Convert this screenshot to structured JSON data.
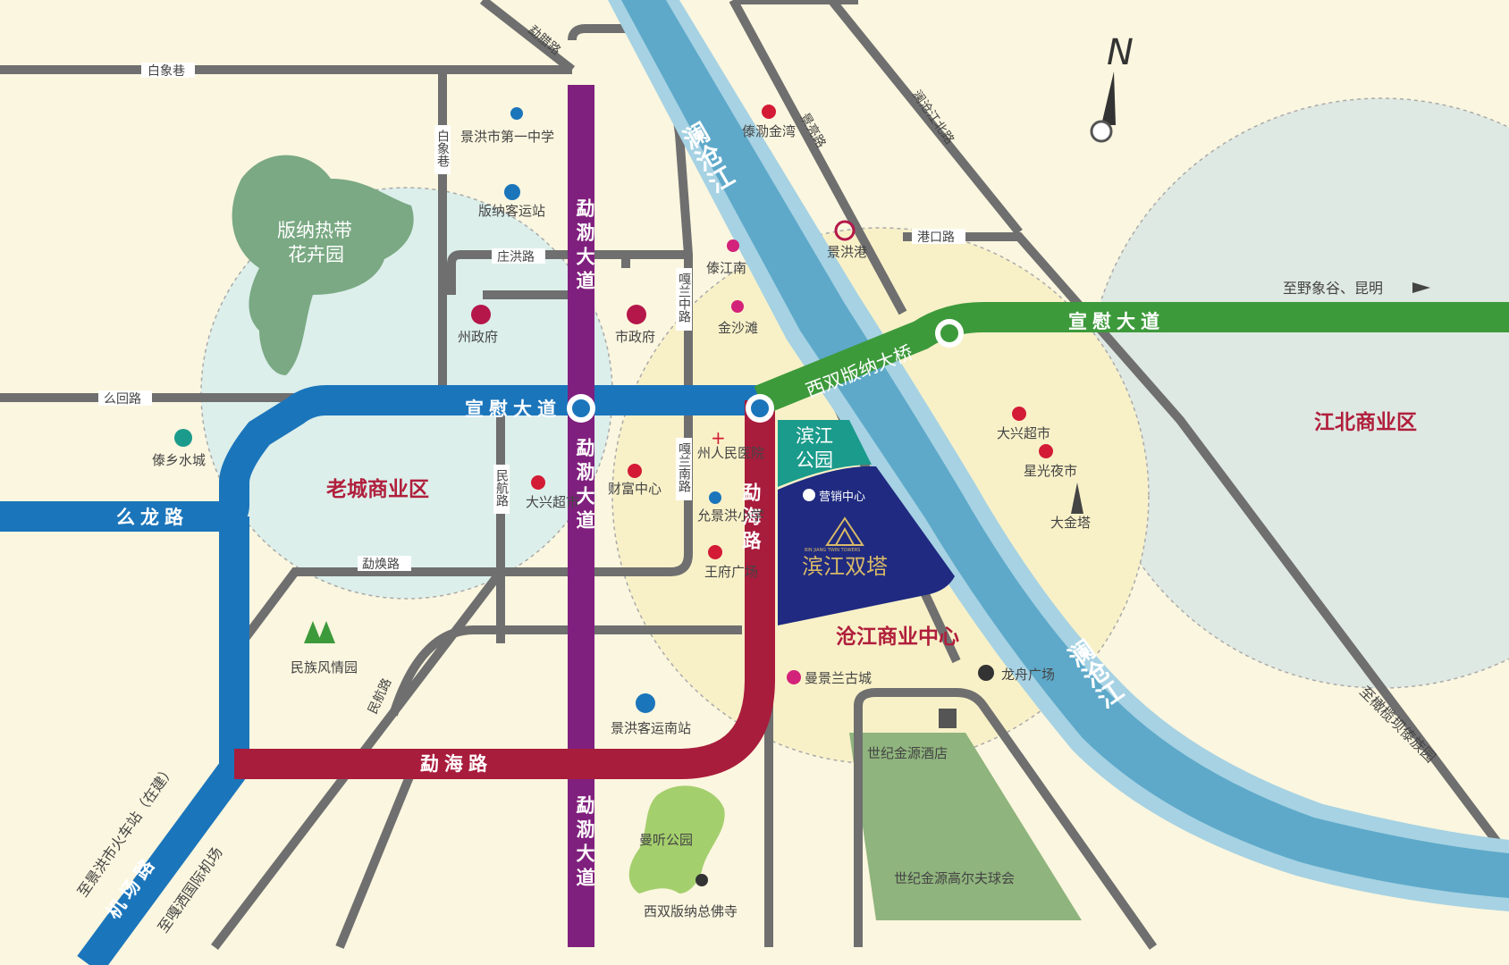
{
  "districts": {
    "old_city": "老城商业区",
    "jiangbei": "江北商业区",
    "cangjiang": "沧江商业中心"
  },
  "routes": {
    "xuanwei_west": "宣慰大道",
    "xuanwei_east": "宣慰大道",
    "yaolong": "么龙路",
    "menghai_horizontal": "勐海路",
    "menghai_vertical": "勐海路",
    "mengla_1": "勐泐大道",
    "mengla_2": "勐泐大道",
    "mengla_3": "勐泐大道",
    "bridge": "西双版纳大桥",
    "airport_road": "机场路"
  },
  "river": {
    "name_1": "澜沧江",
    "name_2": "澜沧江"
  },
  "roads": {
    "baixiang_h": "白象巷",
    "baixiang_v": "白象巷",
    "zhuanghong": "庄洪路",
    "menghuan": "勐焕路",
    "yaohui": "么回路",
    "galan_zhong": "嘎兰中路",
    "galan_nan": "嘎兰南路",
    "minhang": "民航路",
    "minhang_south": "民航路",
    "mengla_road": "勐腊路",
    "jinghong_port": "港口路",
    "jinghong": "景亮路",
    "lancang_bei": "澜沧江北路"
  },
  "pois": {
    "jinghong_school": "景洪市第一中学",
    "bus_station": "版纳客运站",
    "zhou_gov": "州政府",
    "shi_gov": "市政府",
    "daijiangnan": "傣江南",
    "jinshatan": "金沙滩",
    "daimeng_jinwan": "傣泐金湾",
    "jinghong_port": "景洪港",
    "hospital": "州人民医院",
    "caifu": "财富中心",
    "daxing_1": "大兴超市",
    "yunjinghong_school": "允景洪小学",
    "wangfu": "王府广场",
    "daixiang": "傣乡水城",
    "minzu_park": "民族风情园",
    "south_bus": "景洪客运南站",
    "manting_park": "曼听公园",
    "buddha_temple": "西双版纳总佛寺",
    "manjinglan": "曼景兰古城",
    "longzhou": "龙舟广场",
    "shiji_hotel": "世纪金源酒店",
    "golf": "世纪金源高尔夫球会",
    "daxing_2": "大兴超市",
    "xingguang": "星光夜市",
    "dajinta": "大金塔",
    "sales_center": "营销中心",
    "tropical_garden_1": "版纳热带",
    "tropical_garden_2": "花卉园",
    "riverside_park_1": "滨江",
    "riverside_park_2": "公园",
    "project": "滨江双塔",
    "project_en": "BIN JIANG TWIN TOWERS"
  },
  "destinations": {
    "kunming": "至野象谷、昆明",
    "ganlanba": "至橄榄坝傣族园",
    "train": "至景洪市火车站（在建）",
    "airport": "至嘎洒国际机场"
  },
  "compass": "N",
  "colors": {
    "xuanwei": "#1b75bb",
    "mengla": "#80207e",
    "menghai": "#a81c3c",
    "bridge_route": "#3d9a3b",
    "project": "#1f2a80",
    "park": "#1b9b8b",
    "river": "#5ea9c9"
  }
}
